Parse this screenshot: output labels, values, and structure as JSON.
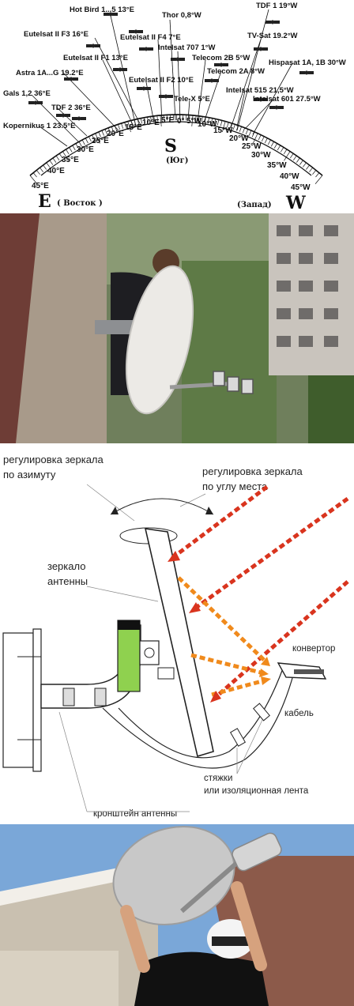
{
  "satellite_map": {
    "satellites": [
      {
        "label": "Hot Bird 1...5 13°E"
      },
      {
        "label": "Thor 0,8°W"
      },
      {
        "label": "TDF 1 19°W"
      },
      {
        "label": "Eutelsat II F3 16°E"
      },
      {
        "label": "Eutelsat II F4 7°E"
      },
      {
        "label": "TV-Sat 19.2°W"
      },
      {
        "label": "Intelsat 707 1°W"
      },
      {
        "label": "Eutelsat II F1 13°E"
      },
      {
        "label": "Telecom 2B 5°W"
      },
      {
        "label": "Hispasat 1A, 1B 30°W"
      },
      {
        "label": "Astra 1A...G 19.2°E"
      },
      {
        "label": "Telecom 2A 8°W"
      },
      {
        "label": "Eutelsat II F2 10°E"
      },
      {
        "label": "Gals 1,2 36°E"
      },
      {
        "label": "Intelsat 515 21,5°W"
      },
      {
        "label": "Tele-X 5°E"
      },
      {
        "label": "Intelsat 601 27.5°W"
      },
      {
        "label": "TDF 2 36°E"
      },
      {
        "label": "Kopernikus 1 23.5°E"
      }
    ],
    "degrees_east": [
      "45°E",
      "40°E",
      "35°E",
      "30°E",
      "25°E",
      "20°E",
      "15°E",
      "10°E",
      "5°E"
    ],
    "degrees_center": "0°",
    "degrees_west": [
      "5°W",
      "10°W",
      "15°W",
      "20°W",
      "25°W",
      "30°W",
      "35°W",
      "40°W",
      "45°W"
    ],
    "south_letter": "S",
    "south_word": "(Юг)",
    "east_letter": "E",
    "east_word": "( Восток )",
    "west_letter": "W",
    "west_word": "(Запад)"
  },
  "mount_diagram": {
    "azimuth_label_1": "регулировка зеркала",
    "azimuth_label_2": "по азимуту",
    "elevation_label_1": "регулировка зеркала",
    "elevation_label_2": "по углу места",
    "mirror_label_1": "зеркало",
    "mirror_label_2": "антенны",
    "converter_label": "конвертор",
    "cable_label": "кабель",
    "ties_label_1": "стяжки",
    "ties_label_2": "или изоляционная лента",
    "bracket_label": "кронштейн антенны"
  },
  "colors": {
    "signal_red": "#d9341e",
    "signal_orange": "#f08a1c",
    "mount_green": "#8fd14f",
    "sky": "#7aa7d8"
  }
}
